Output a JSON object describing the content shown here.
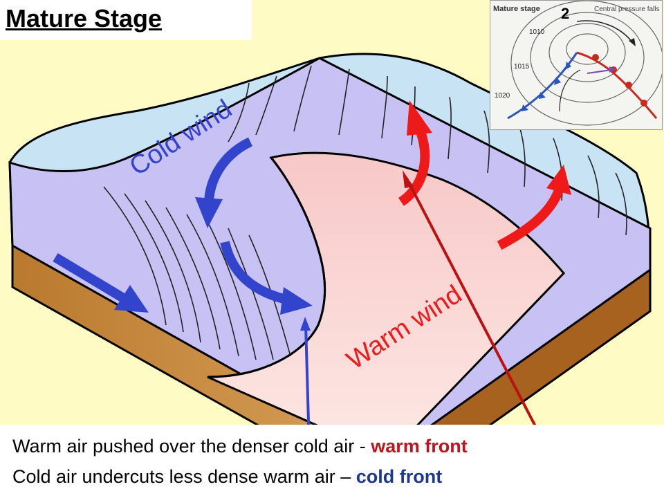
{
  "title": "Mature Stage",
  "labels": {
    "cold_wind": "Cold wind",
    "warm_wind": "Warm wind"
  },
  "inset": {
    "number": "2",
    "heading": "Mature stage",
    "pressure_note": "Central pressure falls",
    "isobars": [
      "1010",
      "1015",
      "1020"
    ]
  },
  "caption": {
    "line1_text": "Warm air pushed over the denser cold air - ",
    "line1_term": "warm front",
    "line2_text": "Cold air undercuts less dense warm air – ",
    "line2_term": "cold front"
  },
  "colors": {
    "background": "#fefbc4",
    "cold_air": "#c7c2f3",
    "warm_air": "#f9d2d2",
    "sky": "#c8e4f4",
    "ground_side": "#c98a3a",
    "cold_arrow": "#3344cc",
    "warm_arrow": "#ee1a1a",
    "pointer_red": "#bb1111",
    "pointer_blue": "#3344cc"
  }
}
